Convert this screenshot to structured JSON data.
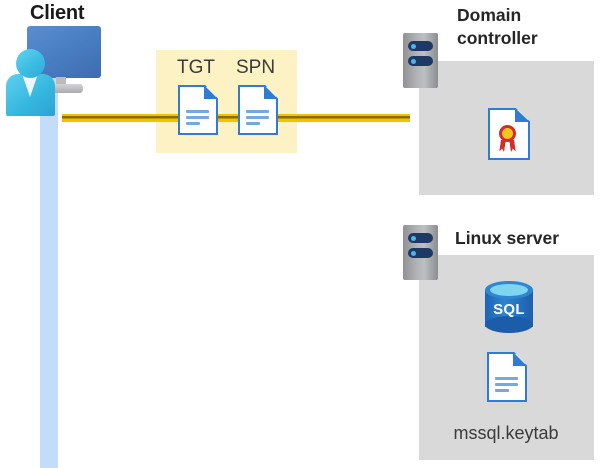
{
  "diagram": {
    "title_hidden": "",
    "client": {
      "label": "Client",
      "icon": "user-computer-icon",
      "lifeline_color": "#c4dcfb"
    },
    "message_box": {
      "background": "#fdf2c4",
      "tickets": [
        {
          "label": "TGT",
          "icon": "document-icon"
        },
        {
          "label": "SPN",
          "icon": "document-icon"
        }
      ]
    },
    "arrow": {
      "direction": "right",
      "line_color": "#f2c200",
      "head_color": "#3b3b3b"
    },
    "domain_controller": {
      "label": "Domain controller",
      "server_icon": "server-tower-icon",
      "panel_color": "#d9d9d9",
      "items": [
        {
          "icon": "certificate-icon",
          "label": ""
        }
      ]
    },
    "linux_server": {
      "label": "Linux server",
      "server_icon": "server-tower-icon",
      "panel_color": "#d9d9d9",
      "items": [
        {
          "icon": "sql-database-icon",
          "label": "SQL"
        },
        {
          "icon": "document-icon",
          "label": "mssql.keytab"
        }
      ]
    }
  }
}
